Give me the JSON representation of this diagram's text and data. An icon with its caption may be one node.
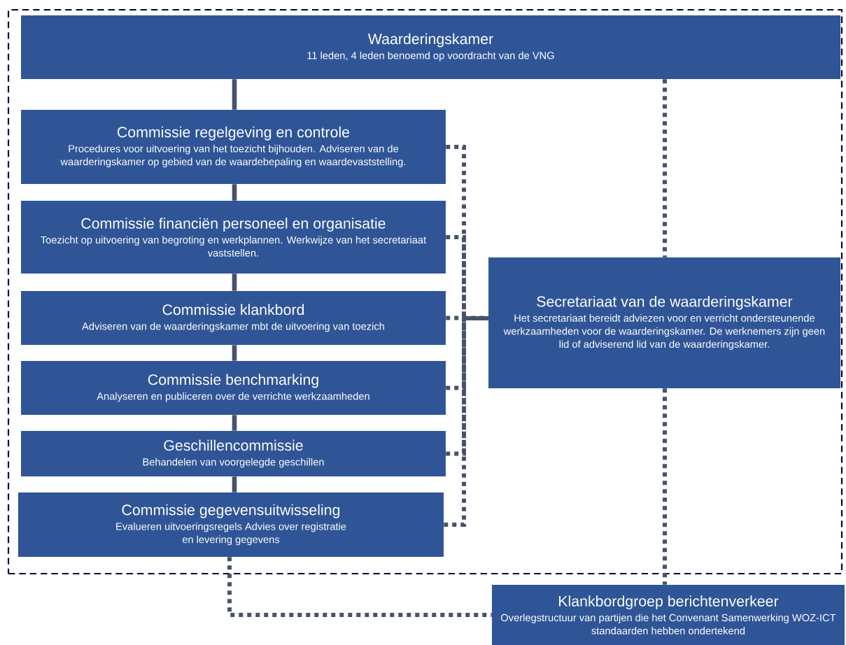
{
  "diagram": {
    "nodes": [
      {
        "text": [],
        "shape": "box"
      },
      {
        "text": [
          "Waarderingskamer",
          "11 leden, 4 leden benoemd op voordracht van de VNG"
        ],
        "in": 0
      },
      {
        "text": [
          "Commissie regelgeving en controle",
          "Procedures voor uitvoering van het toezicht bijhouden. Adviseren van de waarderingskamer op gebied van de waardebepaling en waardevaststelling."
        ],
        "in": 0
      },
      {
        "text": [
          "Commissie financiën personeel en organisatie",
          "Toezicht op uitvoering van begroting en werkplannen. Werkwijze van het secretariaat vaststellen."
        ],
        "in": 0
      },
      {
        "text": [
          "Commissie klankbord",
          "Adviseren van de waarderingskamer mbt de uitvoering van toezich"
        ],
        "in": 0
      },
      {
        "text": [
          "Commissie benchmarking",
          "Analyseren en publiceren over de verrichte werkzaamheden"
        ],
        "in": 0
      },
      {
        "text": [
          "Geschillencommissie",
          "Behandelen van voorgelegde geschillen"
        ],
        "in": 0
      },
      {
        "text": [
          "Commissie gegevensuitwisseling",
          "Evalueren uitvoeringsregels Advies over registratie en levering gegevens"
        ],
        "in": 0
      },
      {
        "text": [
          "Secretariaat van de waarderingskamer",
          "Het secretariaat bereidt adviezen voor en verricht ondersteunende werkzaamheden voor de waarderingskamer. De werknemers zijn geen lid of adviserend lid van de waarderingskamer."
        ],
        "in": 0
      },
      {
        "text": [
          "Klankbordgroep berichtenverkeer",
          "Overlegstructuur van partijen die het Convenant Samenwerking WOZ-ICT standaarden hebben ondertekend"
        ]
      }
    ],
    "edges": [
      {
        "from": 1,
        "to": 2,
        "arrow": "none"
      },
      {
        "from": 2,
        "to": 3,
        "arrow": "none"
      },
      {
        "from": 3,
        "to": 4,
        "arrow": "none"
      },
      {
        "from": 4,
        "to": 5,
        "arrow": "none"
      },
      {
        "from": 5,
        "to": 6,
        "arrow": "none"
      },
      {
        "from": 6,
        "to": 7,
        "arrow": "none"
      },
      {
        "from": 1,
        "to": 8,
        "arrow": "none",
        "style": "dashed"
      },
      {
        "from": 8,
        "to": 9,
        "arrow": "none",
        "style": "dashed"
      },
      {
        "from": 2,
        "to": 8,
        "arrow": "none",
        "style": "dashed"
      },
      {
        "from": 3,
        "to": 8,
        "arrow": "none",
        "style": "dashed"
      },
      {
        "from": 4,
        "to": 8,
        "arrow": "none",
        "style": "dashed"
      },
      {
        "from": 5,
        "to": 8,
        "arrow": "none",
        "style": "dashed"
      },
      {
        "from": 6,
        "to": 8,
        "arrow": "none",
        "style": "dashed"
      },
      {
        "from": 7,
        "to": 8,
        "arrow": "none",
        "style": "dashed"
      },
      {
        "from": 7,
        "to": 9,
        "arrow": "none",
        "style": "dashed"
      }
    ]
  }
}
